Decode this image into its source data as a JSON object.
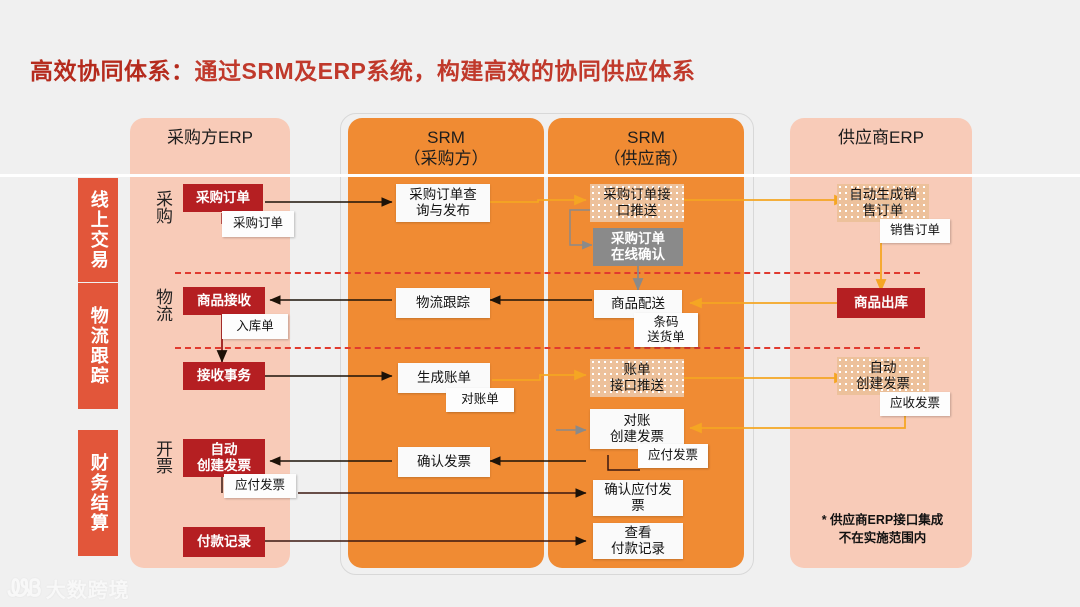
{
  "title": {
    "lead": "高效协同体系：",
    "rest": "通过SRM及ERP系统，构建高效的协同供应体系"
  },
  "stage_tags": [
    {
      "label": "线上交易"
    },
    {
      "label": "物流跟踪"
    },
    {
      "label": "财务结算"
    }
  ],
  "roles": [
    {
      "label": "采购"
    },
    {
      "label": "物流"
    },
    {
      "label": "开票"
    }
  ],
  "columns": [
    {
      "title": "采购方ERP",
      "sub": ""
    },
    {
      "title": "SRM",
      "sub": "（采购方）"
    },
    {
      "title": "SRM",
      "sub": "（供应商）"
    },
    {
      "title": "供应商ERP",
      "sub": ""
    }
  ],
  "boxes": {
    "erp_purchase_order": "采购订单",
    "erp_goods_receipt": "商品接收",
    "erp_receive_task": "接收事务",
    "erp_auto_create_invoice": "自动\n创建发票",
    "erp_payment_record": "付款记录",
    "srm_po_query_publish": "采购订单查\n询与发布",
    "srm_logistics_tracking": "物流跟踪",
    "srm_generate_bill": "生成账单",
    "srm_confirm_invoice": "确认发票",
    "srm_po_interface_push": "采购订单接\n口推送",
    "srm_po_online_confirm": "采购订单\n在线确认",
    "srm_goods_delivery": "商品配送",
    "srm_bill_interface_push": "账单\n接口推送",
    "srm_recon_create_invoice": "对账\n创建发票",
    "srm_confirm_payable_invoice": "确认应付发\n票",
    "srm_view_payment_record": "查看\n付款记录",
    "sup_auto_sales_order": "自动生成销\n售订单",
    "sup_goods_outbound": "商品出库",
    "sup_auto_create_invoice": "自动\n创建发票"
  },
  "slips": {
    "purchase_order": "采购订单",
    "inbound_note": "入库单",
    "recon_statement": "对账单",
    "payable_invoice_left": "应付发票",
    "sales_order": "销售订单",
    "barcode_delivery_note": "条码\n送货单",
    "payable_invoice_mid": "应付发票",
    "receivable_invoice": "应收发票"
  },
  "footnote": "* 供应商ERP接口集成\n不在实施范围内",
  "watermark": {
    "mark": "ᏪᏰ",
    "text": "大数跨境"
  },
  "colors": {
    "title_red": "#c0392b",
    "tag_orange": "#e2563a",
    "box_red": "#b51f22",
    "col_orange": "#f08b33",
    "col_pink": "#f8cbb8",
    "box_gray": "#8a8a8a",
    "arrow_dark": "#1c1208",
    "arrow_orange": "#f5a623",
    "arrow_gray": "#8a8a8a",
    "dashed_red": "#e03a2f"
  }
}
